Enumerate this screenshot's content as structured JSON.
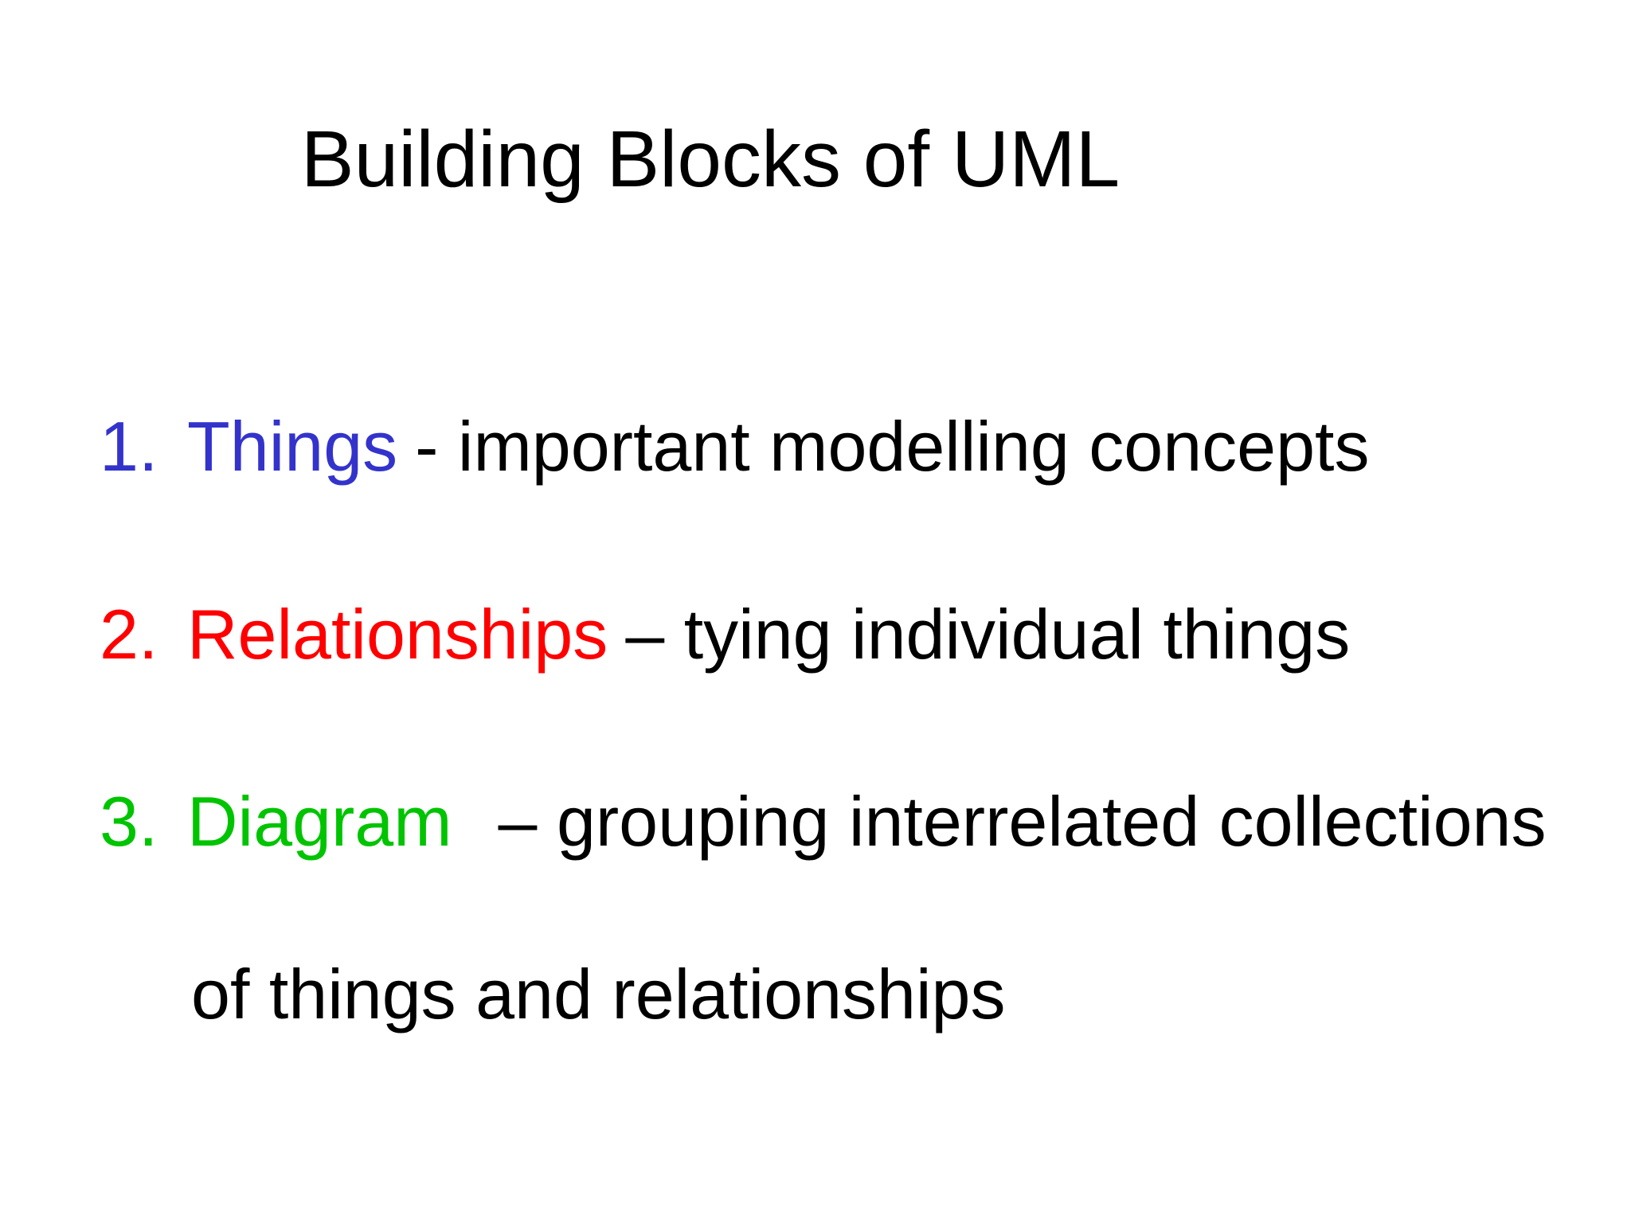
{
  "slide": {
    "title": "Building Blocks of UML",
    "list": {
      "items": [
        {
          "number": "1.",
          "keyword": "Things",
          "rest": "- important modelling concepts",
          "color": "#3333CC"
        },
        {
          "number": "2.",
          "keyword": "Relationships",
          "rest": "– tying individual things",
          "color": "#FF0000"
        },
        {
          "number": "3.",
          "keyword": "Diagram",
          "rest": "– grouping interrelated collections",
          "color": "#00C400"
        }
      ],
      "continuation": "of things and relationships"
    },
    "colors": {
      "background": "#FFFFFF",
      "body_text": "#000000",
      "keyword_blue": "#3333CC",
      "keyword_red": "#FF0000",
      "keyword_green": "#00C400"
    }
  }
}
